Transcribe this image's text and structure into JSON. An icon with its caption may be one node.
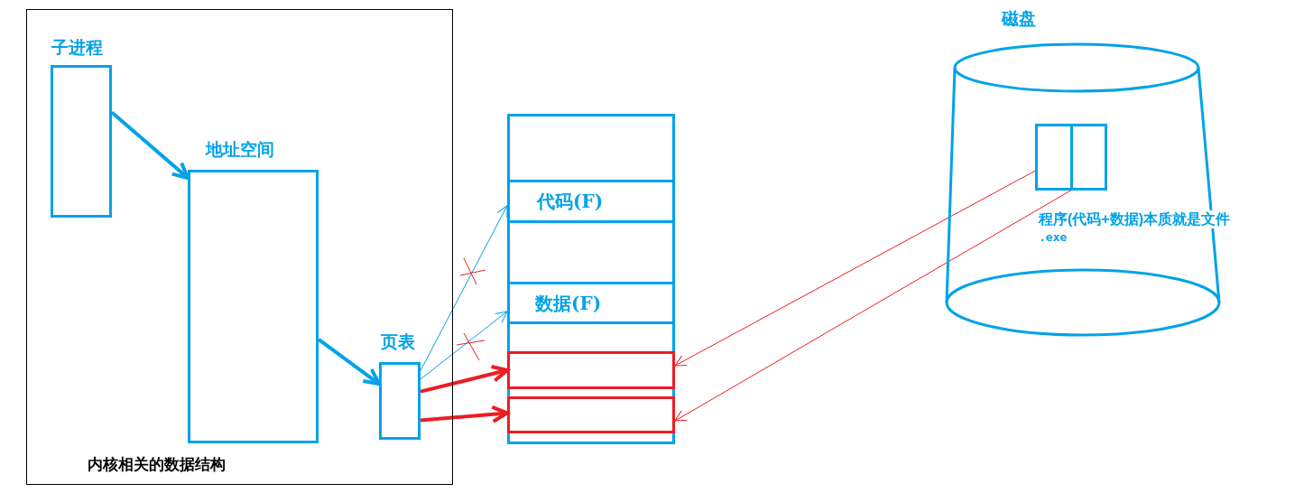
{
  "diagram": {
    "nodes": [
      {
        "text": [
          "内核相关的数据结构"
        ]
      },
      {
        "text": [
          "子进程"
        ],
        "in": 0
      },
      {
        "text": [
          "地址空间"
        ],
        "in": 0
      },
      {
        "text": [
          "页表"
        ],
        "in": 0
      },
      {
        "text": [],
        "shape": "box"
      },
      {
        "text": [
          "代码(F)"
        ],
        "in": 4
      },
      {
        "text": [
          "数据(F)"
        ],
        "in": 4
      },
      {
        "text": [],
        "shape": "box",
        "in": 4
      },
      {
        "text": [],
        "shape": "box",
        "in": 4
      },
      {
        "text": [
          "磁盘"
        ]
      },
      {
        "text": [],
        "shape": "box",
        "in": 9,
        "beside": [
          "程序(代码+数据)本质就是文件",
          ".exe"
        ]
      },
      {
        "text": [],
        "shape": "box",
        "in": 10
      },
      {
        "text": [],
        "shape": "box",
        "in": 10
      }
    ],
    "edges": [
      {
        "from": 1,
        "to": 2,
        "arrow": "to",
        "style": "thick"
      },
      {
        "from": 2,
        "to": 3,
        "arrow": "to",
        "style": "thick"
      },
      {
        "from": 3,
        "to": 5,
        "arrow": "to"
      },
      {
        "from": 3,
        "to": 6,
        "arrow": "to"
      },
      {
        "from": 3,
        "to": 7,
        "arrow": "to",
        "style": "thick",
        "color": "#ed1c24"
      },
      {
        "from": 3,
        "to": 8,
        "arrow": "to",
        "style": "thick",
        "color": "#ed1c24"
      },
      {
        "from": 11,
        "to": 7,
        "arrow": "to",
        "color": "#ed1c24"
      },
      {
        "from": 12,
        "to": 8,
        "arrow": "to",
        "color": "#ed1c24"
      }
    ]
  }
}
